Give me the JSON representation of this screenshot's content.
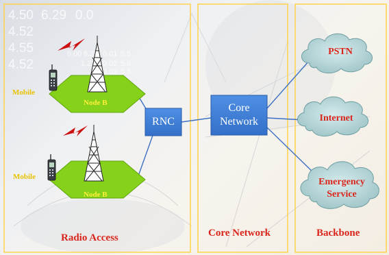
{
  "zones": {
    "radio_access": "Radio Access",
    "core_network": "Core Network",
    "backbone": "Backbone"
  },
  "nodes": {
    "mobile_top": "Mobile",
    "mobile_bottom": "Mobile",
    "nodeb_top": "Node B",
    "nodeb_bottom": "Node B",
    "rnc": "RNC",
    "core_line1": "Core",
    "core_line2": "Network"
  },
  "clouds": {
    "pstn": "PSTN",
    "internet": "Internet",
    "emergency_line1": "Emergency",
    "emergency_line2": "Service"
  },
  "background_numbers": [
    "4.50",
    "6.29",
    "0.0",
    "4.52",
    "4.55",
    "4.52",
    "0.00",
    "6.29",
    "0.01",
    "5.5",
    "1.23",
    "0.02",
    "5.6",
    "0.02",
    "5.5"
  ],
  "colors": {
    "zone_border": "#ffd24a",
    "node_fill": "#86d11a",
    "box_fill": "#3f7fd6",
    "cloud_fill": "#b3d4d6",
    "link": "#3d6fc4",
    "label_red": "#d9251c"
  },
  "icons": [
    "antenna-tower-icon",
    "lightning-icon",
    "mobile-phone-icon",
    "cloud-icon"
  ]
}
